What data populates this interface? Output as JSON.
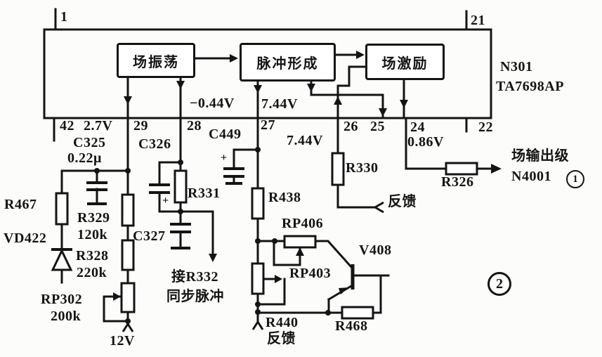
{
  "page": {
    "background": "#fcfcfa",
    "ink": "#141414"
  },
  "ic": {
    "designator": "N301",
    "part_number": "TA7698AP",
    "blocks": {
      "oscillator": "场振荡",
      "pulse_forming": "脉冲形成",
      "field_driver": "场激励"
    },
    "pins": {
      "top1": "1",
      "top21": "21",
      "b42": "42",
      "b29": "29",
      "b28": "28",
      "b27": "27",
      "b26": "26",
      "b25": "25",
      "b24": "24",
      "b22": "22"
    },
    "voltages": {
      "pin42": "2.7V",
      "pin28": "−0.44V",
      "pin27": "7.44V",
      "pin26": "7.44V",
      "pin24": "0.86V"
    }
  },
  "components": {
    "c325": "C325",
    "c325_value": "0.22μ",
    "c326": "C326",
    "c326_polarity": "+",
    "c327": "C327",
    "c449": "C449",
    "c449_polarity": "+",
    "r467": "R467",
    "vd422": "VD422",
    "r329": "R329",
    "r329_value": "120k",
    "r328": "R328",
    "r328_value": "220k",
    "rp302": "RP302",
    "rp302_value": "200k",
    "r331": "R331",
    "r438": "R438",
    "rp406": "RP406",
    "rp403": "RP403",
    "r440": "R440",
    "r468": "R468",
    "r330": "R330",
    "r326": "R326",
    "v408": "V408"
  },
  "annotations": {
    "supply_12v": "12V",
    "feedback_bottom": "反馈",
    "feedback_right": "反馈",
    "sync_target": "接R332",
    "sync_pulse": "同步脉冲",
    "output_stage": "场输出级",
    "output_stage_ref": "N4001",
    "figure_circle_1": "1",
    "figure_circle_2": "2"
  }
}
